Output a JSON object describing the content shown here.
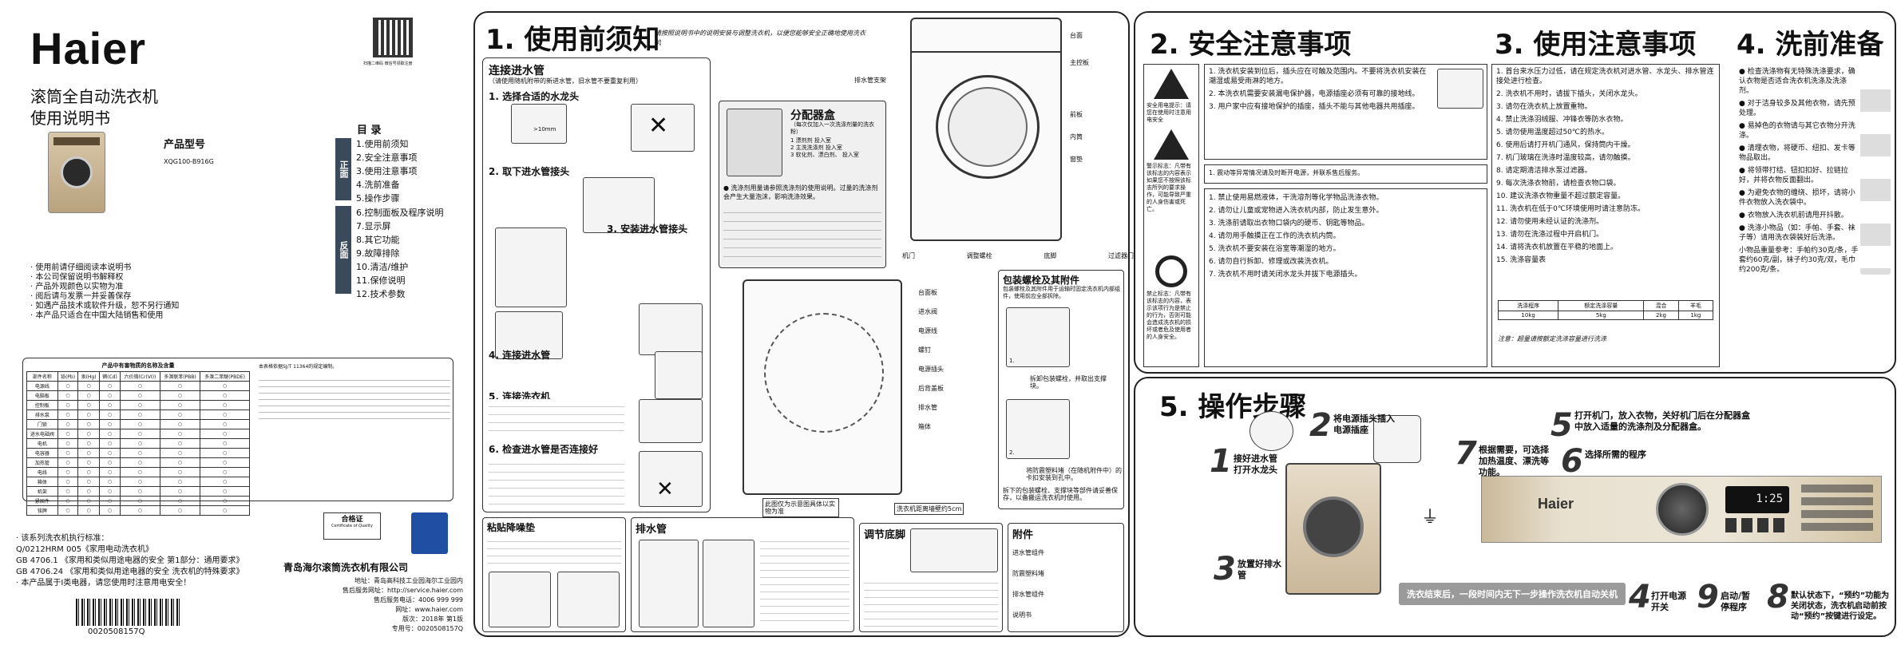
{
  "cover": {
    "brand": "Haier",
    "title_line1": "滚筒全自动洗衣机",
    "title_line2": "使用说明书",
    "model_label": "产品型号",
    "model": "XQG100-B916G",
    "qr_caption": "扫描二维码 微信号领取注册",
    "notes": [
      "· 使用前请仔细阅读本说明书",
      "· 本公司保留说明书解释权",
      "· 产品外观颜色以实物为准",
      "· 阅后请与发票一并妥善保存",
      "· 如遇产品技术或软件升级，恕不另行通知",
      "· 本产品只适合在中国大陆销售和使用"
    ],
    "toc_title": "目  录",
    "toc_section1": "正面",
    "toc_section2": "反面",
    "toc_items_front": [
      "1.使用前须知",
      "2.安全注意事项",
      "3.使用注意事项",
      "4.洗前准备",
      "5.操作步骤"
    ],
    "toc_items_back": [
      "6.控制面板及程序说明",
      "7.显示屏",
      "8.其它功能",
      "9.故障排除",
      "10.清洁/维护",
      "11.保修说明",
      "12.技术参数"
    ],
    "rohs_title": "产品中有害物质的名称及含量",
    "rohs_head": [
      "部件名称",
      "铅(Pb)",
      "汞(Hg)",
      "镉(Cd)",
      "六价铬(Cr(VI))",
      "多溴联苯(PBB)",
      "多溴二苯醚(PBDE)"
    ],
    "rohs_rows": [
      "电源线",
      "电脑板",
      "控制板",
      "排水泵",
      "门锁",
      "进水电磁阀",
      "电机",
      "电容器",
      "加热管",
      "电线",
      "箱体",
      "机架",
      "紧固件",
      "铭牌"
    ],
    "rohs_note": "本表格依据SJ/T 11364的规定编制。",
    "standards": [
      "· 该系列洗衣机执行标准：",
      "Q/0212HRM 005《家用电动洗衣机》",
      "GB 4706.1 《家用和类似用途电器的安全 第1部分：通用要求》",
      "GB 4706.24 《家用和类似用途电器的安全 洗衣机的特殊要求》",
      "· 本产品属于Ⅰ类电器，请您使用时注意用电安全！"
    ],
    "barcode_number": "0020508157Q",
    "cert_label": "合格证",
    "cert_sub": "Certificate of Quality",
    "company": "青岛海尔滚筒洗衣机有限公司",
    "address_label": "地址：青岛高科技工业园海尔工业园内",
    "website": "售后服务网址：http://service.haier.com",
    "hotline": "售后服务电话：4006 999 999",
    "homepage": "网址：www.haier.com",
    "version": "版次：2018年 第1版",
    "usage": "专用号：0020508157Q"
  },
  "sec1": {
    "title": "1. 使用前须知",
    "note": "请按照说明书中的说明安装与调整洗衣机，以便您能够安全正确地使用洗衣机",
    "install_title": "连接进水管",
    "install_sub": "（请使用随机附带的新进水管，旧水管不要重复利用）",
    "step1": "1. 选择合适的水龙头",
    "step2": "2. 取下进水管接头",
    "step3": "3. 安装进水管接头",
    "step4": "4. 连接进水管",
    "step5": "5. 连接洗衣机",
    "step6": "6. 检查进水管是否连接好",
    "dim": ">10mm",
    "parts_top": [
      "台面",
      "主控板",
      "排水管支架",
      "前板",
      "内筒",
      "窗垫"
    ],
    "parts_bottom": [
      "底脚",
      "机门",
      "调整螺栓",
      "过滤器门"
    ],
    "parts_back": [
      "台面板",
      "进水阀",
      "电源线",
      "螺钉",
      "电源插头",
      "后背盖板",
      "排水管",
      "箱体"
    ],
    "dispenser_title": "分配器盒",
    "dispenser_sub": "（每次仅加入一次洗涤剂量的洗衣粉）",
    "dispenser_items": [
      "1 漂剂剂  投入室",
      "2 主洗洗涤剂  投入室",
      "3 软化剂、漂白剂、  投入室"
    ],
    "dispenser_note": "● 洗涤剂用量请参照洗涤剂的使用说明。过量的洗涤剂会产生大量泡沫，影响洗涤效果。",
    "bolt_title": "包装螺栓及其附件",
    "bolt_note": "包装螺栓及其附件用于运输时固定洗衣机内部组件，使用前应全部拆除。",
    "bolt_a": "1.",
    "bolt_a_txt": "拆卸包装螺栓，并取出支撑块。",
    "bolt_b": "2.",
    "bolt_b_txt": "将防震塑料堵（在随机附件中）的卡扣安装到孔中。",
    "bolt_c": "拆下的包装螺栓、支撑块等部件请妥善保存，以备搬运洗衣机时使用。",
    "size_note": "此图仅为示意图具体以实物为准",
    "dist_note": "洗衣机距离墙壁约5cm",
    "sticker_title": "粘贴降噪垫",
    "drain_title": "排水管",
    "feet_title": "调节底脚",
    "accessory_title": "附件",
    "accessory_items": [
      "进水管组件",
      "防震塑料堵",
      "排水管组件",
      "说明书"
    ]
  },
  "sec2": {
    "title": "2. 安全注意事项",
    "side_note": "安全用电提示：请您在使用时注意用电安全",
    "warn_label": "警示标志：凡带有该标志的内容表示如果您不按照该标志所列的要求操作，可能导致严重的人身伤害或死亡。",
    "ban_label": "禁止标志：凡带有该标志的内容，表示该项行为是禁止的行为，否则可能会造成洗衣机的损坏或者危及使用者的人身安全。",
    "items1": [
      "1. 洗衣机安装到位后，插头应在可触及范围内。不要将洗衣机安装在潮湿或易受雨淋的地方。",
      "2. 本洗衣机需要安装漏电保护器，电源插座必须有可靠的接地线。",
      "3. 用户家中应有接地保护的插座，插头不能与其他电器共用插座。"
    ],
    "item_mid": "1. 震动等异常情况请及时断开电源，并联系售后服务。",
    "items2": [
      "1. 禁止使用易燃液体，干洗溶剂等化学物品洗涤衣物。",
      "2. 请勿让儿童或宠物进入洗衣机内部，防止发生意外。",
      "3. 洗涤前请取出衣物口袋内的硬币、钥匙等物品。",
      "4. 请勿用手触摸正在工作的洗衣机内筒。",
      "5. 洗衣机不要安装在浴室等潮湿的地方。",
      "6. 请勿自行拆卸、修理或改装洗衣机。",
      "7. 洗衣机不用时请关闭水龙头并拔下电源插头。"
    ]
  },
  "sec3": {
    "title": "3. 使用注意事项",
    "items": [
      "1. 首台来水压力过低，请在规定洗衣机对进水管、水龙头、排水管连接处进行检查。",
      "2. 洗衣机不用时，请拔下插头，关闭水龙头。",
      "3. 请勿在洗衣机上放置重物。",
      "4. 禁止洗涤羽绒服、冲锋衣等防水衣物。",
      "5. 请勿使用温度超过50℃的热水。",
      "6. 使用后请打开机门通风，保持筒内干燥。",
      "7. 机门玻璃在洗涤时温度较高，请勿触摸。",
      "8. 请定期清洁排水泵过滤器。",
      "9. 每次洗涤衣物前，请检查衣物口袋。",
      "10. 建议洗涤衣物重量不超过额定容量。",
      "11. 洗衣机在低于0℃环境使用时请注意防冻。",
      "12. 请勿使用未经认证的洗涤剂。",
      "13. 请勿在洗涤过程中开启机门。",
      "14. 请将洗衣机放置在平稳的地面上。",
      "15. 洗涤容量表"
    ],
    "table_head": [
      "洗涤程序",
      "额定洗涤容量",
      "混合",
      "羊毛",
      ""
    ],
    "table_row": [
      "10kg",
      "5kg",
      "2kg",
      "1kg"
    ],
    "note": "注意：超量请按额定洗涤容量进行洗涤"
  },
  "sec4": {
    "title": "4. 洗前准备",
    "items": [
      "● 检查洗涤物有无特殊洗涤要求，确认衣物是否适合洗衣机洗涤及洗涤剂。",
      "● 对于洁身较多及其他衣物，请先预处理。",
      "● 易掉色的衣物请与其它衣物分开洗涤。",
      "● 清理衣物，将硬币、纽扣、发卡等物品取出。",
      "● 将领带打结、钮扣扣好、拉链拉好，并将衣物反面翻出。",
      "● 为避免衣物的缠绕、损坏，请将小件衣物放入洗衣袋中。",
      "● 衣物放入洗衣机前请甩开抖散。",
      "● 洗涤小物品（如：手帕、手套、袜子等）请用洗衣袋装好后洗涤。",
      "小物品重量参考：手帕约30克/条，手套约60克/副，袜子约30克/双，毛巾约200克/条。"
    ]
  },
  "sec5": {
    "title": "5. 操作步骤",
    "steps": [
      {
        "n": "1",
        "t": "接好进水管打开水龙头"
      },
      {
        "n": "2",
        "t": "将电源插头插入电源插座"
      },
      {
        "n": "3",
        "t": "放置好排水管"
      },
      {
        "n": "4",
        "t": "打开电源开关"
      },
      {
        "n": "5",
        "t": "打开机门，放入衣物，关好机门后在分配器盒中放入适量的洗涤剂及分配器盒。"
      },
      {
        "n": "6",
        "t": "选择所需的程序"
      },
      {
        "n": "7",
        "t": "根据需要，可选择加热温度、漂洗等功能。"
      },
      {
        "n": "8",
        "t": "默认状态下，“预约”功能为关闭状态，洗衣机启动前按动“预约”按键进行设定。"
      },
      {
        "n": "9",
        "t": "启动/暂停程序"
      }
    ],
    "final_note": "洗衣结束后，一段时间内无下一步操作洗衣机自动关机",
    "display": "1:25",
    "panel_brand": "Haier"
  }
}
